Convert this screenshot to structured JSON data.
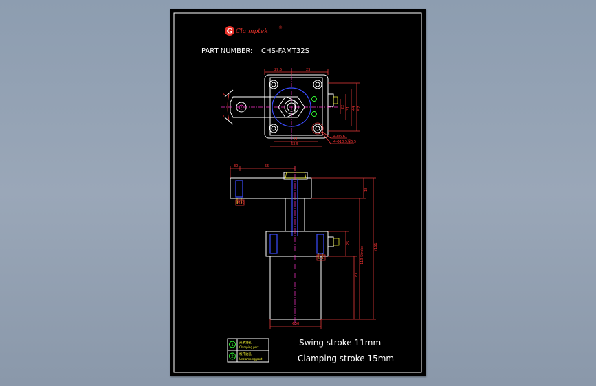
{
  "brand": {
    "name": "Cla mptek",
    "registered": "®",
    "logo_letter": "G"
  },
  "part_number": {
    "label": "PART NUMBER:",
    "value": "CHS-FAMT32S"
  },
  "specs": {
    "swing_stroke": "Swing stroke 11mm",
    "clamping_stroke": "Clamping stroke 15mm"
  },
  "legend": {
    "items": [
      {
        "marker": "1",
        "cn": "夹紧油孔",
        "en": "Clamping port"
      },
      {
        "marker": "2",
        "cn": "松开油孔",
        "en": "Unclamping port"
      }
    ]
  },
  "direction_labels": {
    "right": "R",
    "left": "L"
  },
  "top_view_dims": {
    "d1": "29.5",
    "d2": "23",
    "d3": "44",
    "d4": "63.5",
    "v1": "22",
    "v2": "31",
    "v3": "44",
    "v4": "57",
    "note1": "4-Φ6.6",
    "note2": "4-Φ10.5深6.5"
  },
  "front_view_dims": {
    "h1": "30",
    "h2": "55",
    "arm_h": "18",
    "total_h": "(161)",
    "stroke_h": "119 Stroke",
    "body_h": "81",
    "port_h": "25",
    "bore": "Φ50",
    "screw": "M20",
    "port_w": "7.5"
  },
  "colors": {
    "sheet": "#000000",
    "dimension": "#e83a3a",
    "outline": "#ffffff",
    "hidden": "#3b4cff",
    "center": "#ff33cc",
    "port": "#33ff33",
    "logo": "#e8322a"
  }
}
